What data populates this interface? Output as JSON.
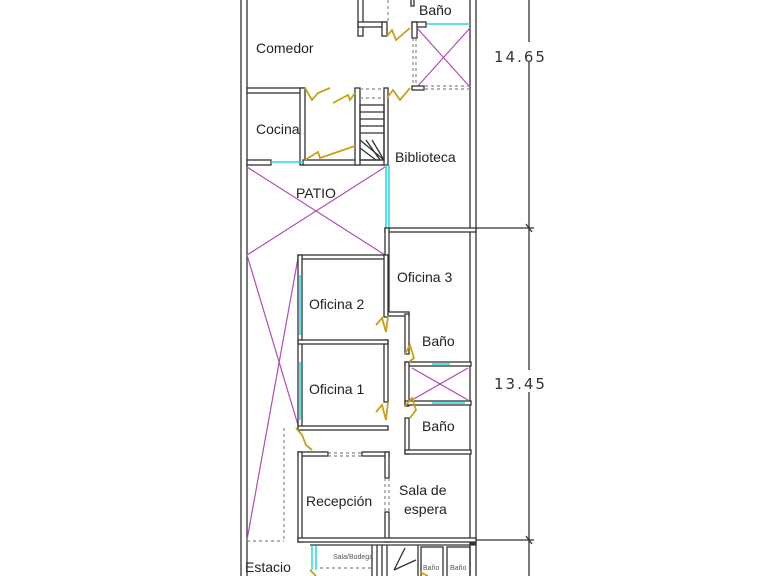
{
  "rooms": {
    "comedor": "Comedor",
    "bano_top": "Baño",
    "cocina": "Cocina",
    "biblioteca": "Biblioteca",
    "patio": "PATIO",
    "oficina3": "Oficina 3",
    "oficina2": "Oficina 2",
    "oficina1": "Oficina 1",
    "bano_1": "Baño",
    "bano_2": "Baño",
    "recepcion": "Recepción",
    "sala_espera_1": "Sala de",
    "sala_espera_2": "espera",
    "estacio": "Estacio",
    "bodega": "Sala/Bodega",
    "bano_small_1": "Baño",
    "bano_small_2": "Baño"
  },
  "dimensions": {
    "upper": "14.65",
    "lower": "13.45"
  },
  "colors": {
    "wall": "#333333",
    "void": "#b04cb4",
    "window": "#22d8e6",
    "door": "#c8a018"
  }
}
